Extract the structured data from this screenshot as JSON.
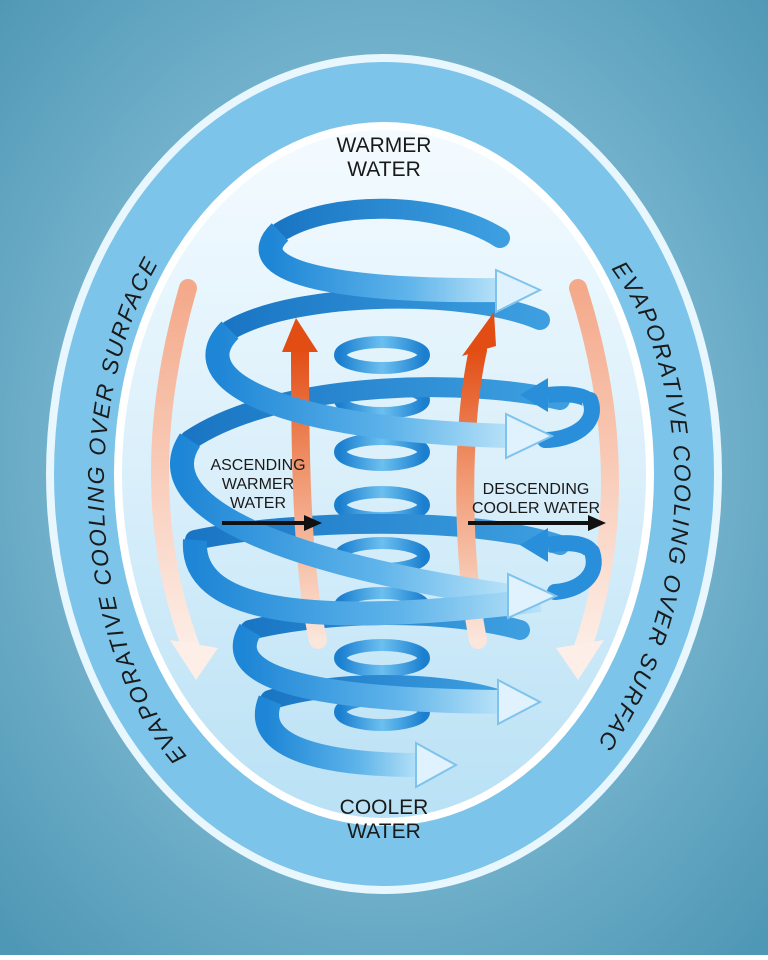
{
  "labels": {
    "top_line1": "WARMER",
    "top_line2": "WATER",
    "bottom_line1": "COOLER",
    "bottom_line2": "WATER",
    "ascending_line1": "ASCENDING",
    "ascending_line2": "WARMER",
    "ascending_line3": "WATER",
    "descending_line1": "DESCENDING",
    "descending_line2": "COOLER WATER",
    "ring_left": "EVAPORATIVE COOLING OVER SURFACE",
    "ring_right": "EVAPORATIVE COOLING OVER SURFAC"
  },
  "colors": {
    "background_outer": "#4f98b5",
    "background_inner": "#a7d7ec",
    "ring": "#7cc4ea",
    "ring_edge": "#e8f6fd",
    "inner_top": "#f4fbff",
    "inner_bottom": "#b9e1f5",
    "spiral_dark": "#1e86d6",
    "spiral_light": "#9ad3f4",
    "warm_arrow": "#e8541c",
    "warm_arrow_pale": "#fbe1d6",
    "text": "#1a1a1a"
  },
  "icons": {
    "ascend": "upward-curved-arrow-icon",
    "descend": "downward-curved-arrow-icon",
    "flow": "right-arrow-icon"
  }
}
